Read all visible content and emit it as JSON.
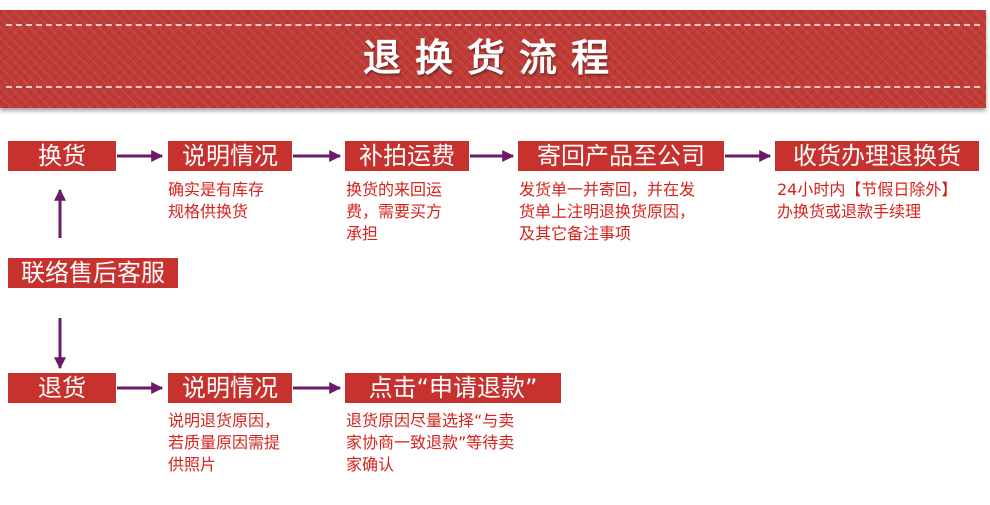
{
  "banner": {
    "title": "退换货流程"
  },
  "colors": {
    "banner_red": "#c13b36",
    "box_red": "#c7312e",
    "desc_red": "#d6231e",
    "arrow_purple": "#6b1a68"
  },
  "start": {
    "label": "联络售后客服"
  },
  "exchange": {
    "label": "换货",
    "steps": [
      {
        "title": "说明情况",
        "desc": "确实是有库存\n规格供换货"
      },
      {
        "title": "补拍运费",
        "desc": "换货的来回运\n费，需要买方\n承担"
      },
      {
        "title": "寄回产品至公司",
        "desc": "发货单一并寄回，并在发\n货单上注明退换货原因，\n及其它备注事项"
      },
      {
        "title": "收货办理退换货",
        "desc": "24小时内【节假日除外】\n办换货或退款手续理"
      }
    ]
  },
  "return": {
    "label": "退货",
    "steps": [
      {
        "title": "说明情况",
        "desc": "说明退货原因，\n若质量原因需提\n供照片"
      },
      {
        "title": "点击“申请退款”",
        "desc": "退货原因尽量选择“与卖\n家协商一致退款”等待卖\n家确认"
      }
    ]
  }
}
